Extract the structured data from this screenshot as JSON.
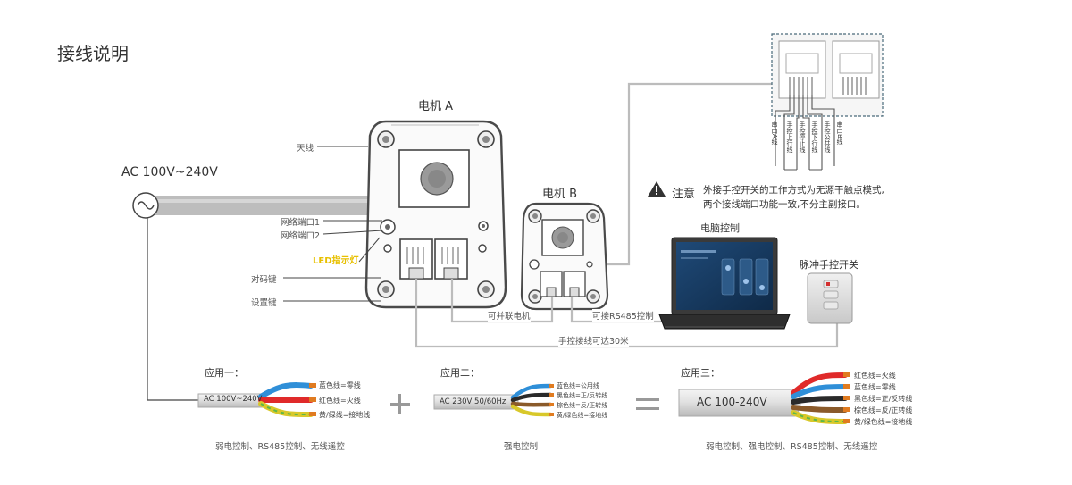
{
  "title": "接线说明",
  "motor_a": {
    "label": "电机 A",
    "antenna": "天线",
    "port1": "网络端口1",
    "port2": "网络端口2",
    "led": "LED指示灯",
    "pair_key": "对码键",
    "set_key": "设置键"
  },
  "motor_b": {
    "label": "电机 B"
  },
  "ac_input": "AC 100V~240V",
  "links": {
    "parallel": "可并联电机",
    "rs485": "可接RS485控制",
    "manual_30m": "手控接线可达30米"
  },
  "note": {
    "icon": "warning-icon",
    "head": "注意",
    "line1": "外接手控开关的工作方式为无源干触点模式,",
    "line2": "两个接线端口功能一致,不分主副接口。"
  },
  "computer_label": "电脑控制",
  "pulse_switch_label": "脉冲手控开关",
  "rj_pins": [
    "串口A线",
    "手控上行线",
    "手控停止线",
    "手控下行线",
    "手控公共线",
    "串口B线"
  ],
  "applications": [
    {
      "title": "应用一：",
      "cable_label": "AC 100V~240V",
      "wires": [
        "蓝色线=零线",
        "红色线=火线",
        "黄/绿线=接地线"
      ],
      "footer": "弱电控制、RS485控制、无线遥控"
    },
    {
      "title": "应用二：",
      "cable_label": "AC 230V 50/60Hz",
      "wires": [
        "蓝色线=公用线",
        "黑色线=正/反转线",
        "棕色线=反/正转线",
        "黄/绿色线=接地线"
      ],
      "footer": "强电控制"
    },
    {
      "title": "应用三：",
      "cable_label": "AC 100-240V",
      "wires": [
        "红色线=火线",
        "蓝色线=零线",
        "黑色线=正/反转线",
        "棕色线=反/正转线",
        "黄/绿色线=接地线"
      ],
      "footer": "弱电控制、强电控制、RS485控制、无线遥控"
    }
  ],
  "operators": {
    "plus": "+",
    "equals": "="
  },
  "colors": {
    "wire_blue": "#2f8fd8",
    "wire_red": "#e02a2a",
    "wire_black": "#2a2a2a",
    "wire_brown": "#8a5a2a",
    "wire_yg": "#d8c82a",
    "led_text": "#e8c000"
  }
}
